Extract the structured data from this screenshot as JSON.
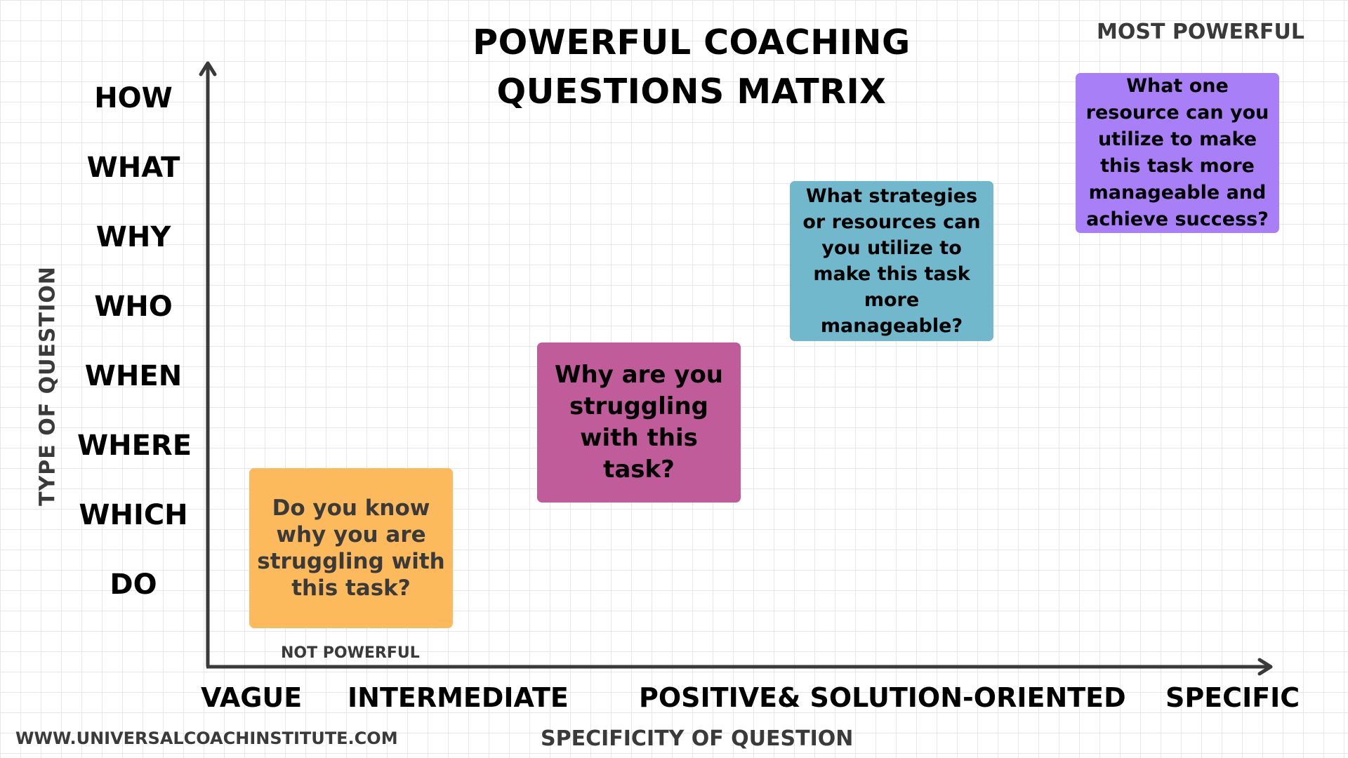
{
  "title": {
    "line1": "POWERFUL COACHING",
    "line2": "QUESTIONS MATRIX"
  },
  "corner_labels": {
    "top_right": "MOST POWERFUL",
    "bottom_left": "NOT POWERFUL"
  },
  "y_axis": {
    "title": "TYPE OF QUESTION",
    "labels": [
      "HOW",
      "WHAT",
      "WHY",
      "WHO",
      "WHEN",
      "WHERE",
      "WHICH",
      "DO"
    ]
  },
  "x_axis": {
    "title": "SPECIFICITY OF QUESTION",
    "labels": [
      "VAGUE",
      "INTERMEDIATE",
      "POSITIVE& SOLUTION-ORIENTED",
      "SPECIFIC"
    ]
  },
  "boxes": [
    {
      "text": "Do you know why you are struggling with this task?",
      "color": "#fdba5c",
      "text_color": "#3a3a3a"
    },
    {
      "text": "Why are you struggling with this task?",
      "color": "#c05c99",
      "text_color": "#000000"
    },
    {
      "text": "What strategies or resources can you utilize to make this task more manageable?",
      "color": "#71b8cc",
      "text_color": "#000000"
    },
    {
      "text": "What one resource can you utilize to make this task more manageable and achieve success?",
      "color": "#a97ff8",
      "text_color": "#000000"
    }
  ],
  "footer": {
    "website": "WWW.UNIVERSALCOACHINSTITUTE.COM"
  }
}
